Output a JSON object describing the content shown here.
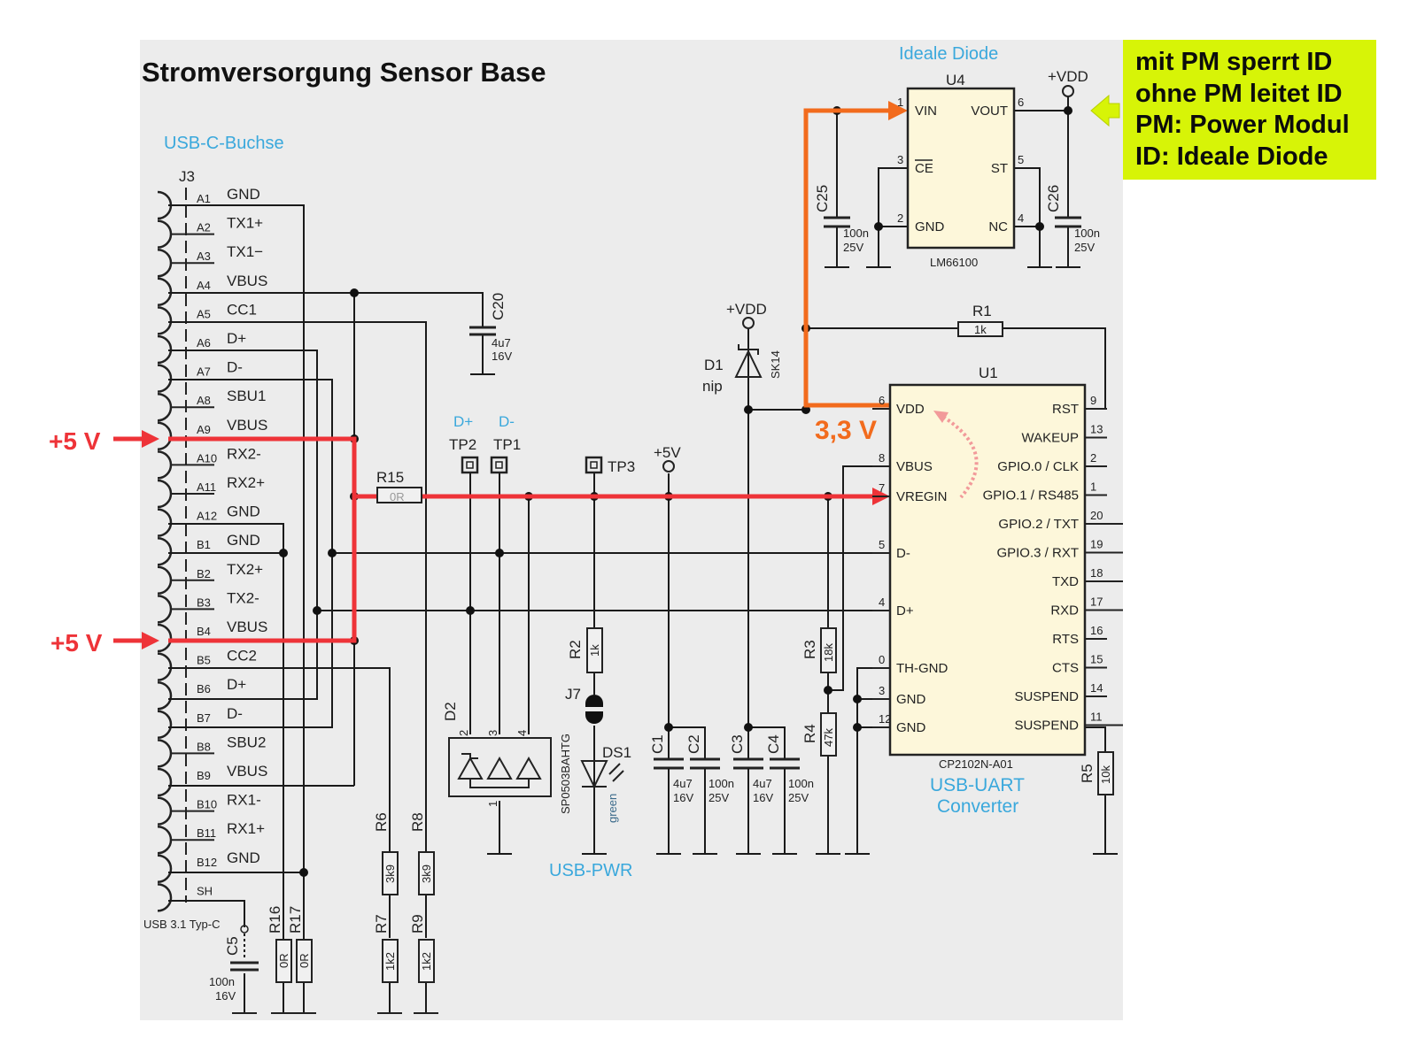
{
  "title": "Stromversorgung Sensor Base",
  "colors": {
    "background": "#ececec",
    "power_5v": "#ee3338",
    "power_3v3": "#f26b1d",
    "note_bg": "#d7f407",
    "label_blue": "#3aa8dc",
    "ic_fill": "#fdf7da"
  },
  "note": {
    "lines": [
      "mit PM sperrt ID",
      "ohne PM leitet ID",
      "PM: Power Modul",
      "ID: Ideale Diode"
    ]
  },
  "annotations": {
    "plus5v_top": "+5 V",
    "plus5v_bottom": "+5 V",
    "v33": "3,3 V"
  },
  "connector": {
    "section_label": "USB-C-Buchse",
    "ref": "J3",
    "type": "USB 3.1 Typ-C",
    "pins": [
      {
        "pin": "A1",
        "name": "GND"
      },
      {
        "pin": "A2",
        "name": "TX1+"
      },
      {
        "pin": "A3",
        "name": "TX1−"
      },
      {
        "pin": "A4",
        "name": "VBUS"
      },
      {
        "pin": "A5",
        "name": "CC1"
      },
      {
        "pin": "A6",
        "name": "D+"
      },
      {
        "pin": "A7",
        "name": "D-"
      },
      {
        "pin": "A8",
        "name": "SBU1"
      },
      {
        "pin": "A9",
        "name": "VBUS"
      },
      {
        "pin": "A10",
        "name": "RX2-"
      },
      {
        "pin": "A11",
        "name": "RX2+"
      },
      {
        "pin": "A12",
        "name": "GND"
      },
      {
        "pin": "B1",
        "name": "GND"
      },
      {
        "pin": "B2",
        "name": "TX2+"
      },
      {
        "pin": "B3",
        "name": "TX2-"
      },
      {
        "pin": "B4",
        "name": "VBUS"
      },
      {
        "pin": "B5",
        "name": "CC2"
      },
      {
        "pin": "B6",
        "name": "D+"
      },
      {
        "pin": "B7",
        "name": "D-"
      },
      {
        "pin": "B8",
        "name": "SBU2"
      },
      {
        "pin": "B9",
        "name": "VBUS"
      },
      {
        "pin": "B10",
        "name": "RX1-"
      },
      {
        "pin": "B11",
        "name": "RX1+"
      },
      {
        "pin": "B12",
        "name": "GND"
      },
      {
        "pin": "SH",
        "name": ""
      }
    ]
  },
  "ideal_diode": {
    "section_label": "Ideale Diode",
    "ref": "U4",
    "part": "LM66100",
    "vdd_label": "+VDD",
    "pins_left": [
      {
        "num": "1",
        "name": "VIN"
      },
      {
        "num": "3",
        "name": "CE"
      },
      {
        "num": "2",
        "name": "GND"
      }
    ],
    "pins_right": [
      {
        "num": "6",
        "name": "VOUT"
      },
      {
        "num": "5",
        "name": "ST"
      },
      {
        "num": "4",
        "name": "NC"
      }
    ]
  },
  "uart": {
    "ref": "U1",
    "part": "CP2102N-A01",
    "section_label_1": "USB-UART",
    "section_label_2": "Converter",
    "pins_left": [
      {
        "num": "6",
        "name": "VDD"
      },
      {
        "num": "8",
        "name": "VBUS"
      },
      {
        "num": "7",
        "name": "VREGIN"
      },
      {
        "num": "5",
        "name": "D-"
      },
      {
        "num": "4",
        "name": "D+"
      },
      {
        "num": "0",
        "name": "TH-GND"
      },
      {
        "num": "3",
        "name": "GND"
      },
      {
        "num": "12",
        "name": "GND"
      }
    ],
    "pins_right": [
      {
        "num": "9",
        "name": "RST"
      },
      {
        "num": "13",
        "name": "WAKEUP"
      },
      {
        "num": "2",
        "name": "GPIO.0 / CLK"
      },
      {
        "num": "1",
        "name": "GPIO.1 / RS485"
      },
      {
        "num": "20",
        "name": "GPIO.2 / TXT"
      },
      {
        "num": "19",
        "name": "GPIO.3 / RXT"
      },
      {
        "num": "18",
        "name": "TXD"
      },
      {
        "num": "17",
        "name": "RXD"
      },
      {
        "num": "16",
        "name": "RTS"
      },
      {
        "num": "15",
        "name": "CTS"
      },
      {
        "num": "14",
        "name": "SUSPEND"
      },
      {
        "num": "11",
        "name": "SUSPEND"
      }
    ]
  },
  "components": {
    "C20": {
      "ref": "C20",
      "value": "4u7",
      "rating": "16V"
    },
    "C25": {
      "ref": "C25",
      "value": "100n",
      "rating": "25V"
    },
    "C26": {
      "ref": "C26",
      "value": "100n",
      "rating": "25V"
    },
    "C1": {
      "ref": "C1",
      "value": "4u7",
      "rating": "16V"
    },
    "C2": {
      "ref": "C2",
      "value": "100n",
      "rating": "25V"
    },
    "C3": {
      "ref": "C3",
      "value": "4u7",
      "rating": "16V"
    },
    "C4": {
      "ref": "C4",
      "value": "100n",
      "rating": "25V"
    },
    "C5": {
      "ref": "C5",
      "value": "100n",
      "rating": "16V"
    },
    "R1": {
      "ref": "R1",
      "value": "1k"
    },
    "R2": {
      "ref": "R2",
      "value": "1k"
    },
    "R3": {
      "ref": "R3",
      "value": "18k"
    },
    "R4": {
      "ref": "R4",
      "value": "47k"
    },
    "R5": {
      "ref": "R5",
      "value": "10k"
    },
    "R6": {
      "ref": "R6",
      "value": "3k9"
    },
    "R7": {
      "ref": "R7",
      "value": "1k2"
    },
    "R8": {
      "ref": "R8",
      "value": "3k9"
    },
    "R9": {
      "ref": "R9",
      "value": "1k2"
    },
    "R15": {
      "ref": "R15",
      "value": "0R"
    },
    "R16": {
      "ref": "R16",
      "value": "0R"
    },
    "R17": {
      "ref": "R17",
      "value": "0R"
    },
    "D1": {
      "ref": "D1",
      "value": "nip",
      "part": "SK14",
      "vdd_label": "+VDD"
    },
    "D2": {
      "ref": "D2",
      "part": "SP0503BAHTG",
      "pins": [
        "2",
        "3",
        "4",
        "1"
      ]
    },
    "DS1": {
      "ref": "DS1",
      "color": "green"
    },
    "J7": {
      "ref": "J7"
    },
    "TP1": {
      "ref": "TP1",
      "signal": "D-"
    },
    "TP2": {
      "ref": "TP2",
      "signal": "D+"
    },
    "TP3": {
      "ref": "TP3"
    },
    "plus5v_port": "+5V",
    "usb_pwr_label": "USB-PWR"
  }
}
